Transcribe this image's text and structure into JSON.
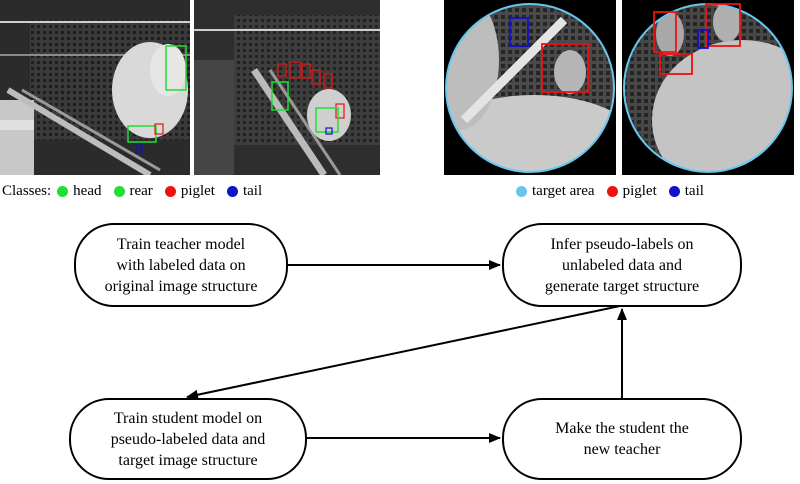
{
  "legend_left": {
    "label": "Classes:",
    "items": [
      {
        "label": "head",
        "color": "#22dd33"
      },
      {
        "label": "rear",
        "color": "#22dd33"
      },
      {
        "label": "piglet",
        "color": "#ee1111"
      },
      {
        "label": "tail",
        "color": "#1111cc"
      }
    ]
  },
  "legend_right": {
    "items": [
      {
        "label": "target area",
        "color": "#66c6ee"
      },
      {
        "label": "piglet",
        "color": "#ee1111"
      },
      {
        "label": "tail",
        "color": "#1111cc"
      }
    ]
  },
  "steps": [
    {
      "lines": [
        "Train teacher model",
        "with labeled data on",
        "original image structure"
      ]
    },
    {
      "lines": [
        "Infer pseudo-labels on",
        "unlabeled data and",
        "generate target structure"
      ]
    },
    {
      "lines": [
        "Train student model on",
        "pseudo-labeled data and",
        "target image structure"
      ]
    },
    {
      "lines": [
        "Make the student the",
        "new teacher"
      ]
    }
  ]
}
